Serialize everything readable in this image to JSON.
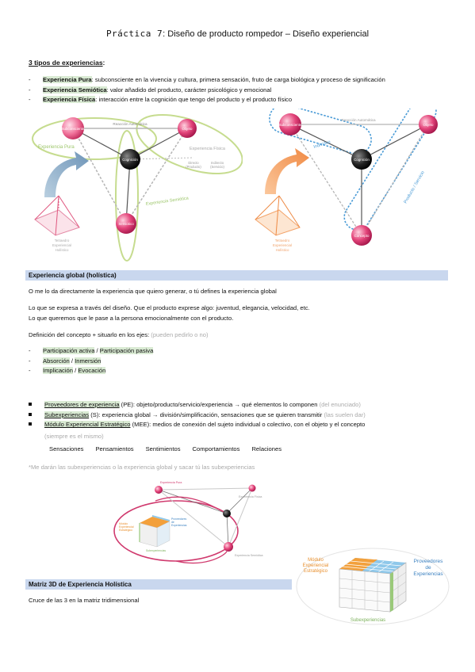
{
  "title": {
    "hand": "Práctica 7",
    "rest": ": Diseño de producto rompedor – Diseño experiencial"
  },
  "tipos": {
    "heading": "3 tipos de experiencias",
    "colon": ":",
    "items": [
      {
        "label": "Experiencia Pura",
        "text": ": subconsciente en la vivencia y cultura, primera sensación, fruto de carga biológica y proceso de significación"
      },
      {
        "label": "Experiencia Semiótica",
        "text": ": valor añadido del producto, carácter psicológico y emocional"
      },
      {
        "label": "Experiencia Física",
        "text": ": interacción entre la cognición que tengo del producto y el producto físico"
      }
    ]
  },
  "diagram_left": {
    "nodes": {
      "subconsciente": "Subconsciente",
      "objeto": "Objeto",
      "cognicion": "Cognición",
      "semiotico": "Semiotico"
    },
    "labels": {
      "reaccion": "Reacción Automática",
      "pura": "Experiencia Pura",
      "fisica": "Experiencia Física",
      "semiotica": "Experiencia Semiótica",
      "directo": "Directo",
      "directo_sub": "(Producto)",
      "indirecto": "Indirecto",
      "indirecto_sub": "(Servicio)",
      "tetra1": "Tetraedro",
      "tetra2": "Experiencial",
      "tetra3": "Holístico"
    }
  },
  "diagram_right": {
    "nodes": {
      "subconsciente": "Subconsciente",
      "objeto": "Objeto",
      "cognicion": "Cognición",
      "concepto": "Concepto"
    },
    "labels": {
      "reaccion": "Reacción Automática",
      "individuo": "Individuo",
      "producto": "Producto / Servicio",
      "tetra1": "Tetraedro",
      "tetra2": "Experiencial",
      "tetra3": "Holístico"
    },
    "colors": {
      "blue": "#4a9bd6",
      "arrow": "#f4a46a"
    }
  },
  "global": {
    "band": "Experiencia global (holística)",
    "p1": "O me lo da directamente la experiencia que quiero generar, o tú defines la experiencia global",
    "p2": "Lo que se expresa a través del diseño. Que el producto exprese algo: juventud, elegancia, velocidad, etc.",
    "p3": "Lo que queremos que le pase a la persona emocionalmente con el producto.",
    "p4": "Definición del concepto + situarlo en los ejes: ",
    "p4_note": "(pueden pedirlo o no)",
    "axes": [
      {
        "a": "Participación activa",
        "sep": " / ",
        "b": "Participación pasiva"
      },
      {
        "a": "Absorción",
        "sep": " / ",
        "b": "Inmersión"
      },
      {
        "a": "Implicación",
        "sep": " / ",
        "b": "Evocación"
      }
    ]
  },
  "componentes": [
    {
      "label": "Proveedores de experiencia",
      "text": " (PE): objeto/producto/servicio/experiencia → qué elementos lo componen ",
      "note": "(del enunciado)"
    },
    {
      "label": "Subexperiencias",
      "text": " (S): experiencia global → división/simplificación, sensaciones que se quieren transmitir ",
      "note": "(las suelen dar)"
    },
    {
      "label": "Módulo Experiencial Estratégico",
      "text": " (MEE): medios de conexión del sujeto individual o colectivo, con el objeto y el concepto",
      "note2": "(siempre es el mismo)"
    }
  ],
  "channels": [
    "Sensaciones",
    "Pensamientos",
    "Sentimientos",
    "Comportamientos",
    "Relaciones"
  ],
  "note_subexp": "*Me darán las subexperiencias o la experiencia global y sacar tú las subexperiencias",
  "matrix_fig": {
    "labels": {
      "pura": "Experiencia Pura",
      "fisica": "Experiencia Física",
      "semiotica": "Experiencia Semiótica",
      "mod1": "Módulo",
      "mod2": "Experiencial",
      "mod3": "Estratégico",
      "prov1": "Proveedores",
      "prov2": "de",
      "prov3": "Experiencias",
      "sub": "Subexperiencias"
    }
  },
  "matrix": {
    "band": "Matriz 3D de Experiencia Holística",
    "text": "Cruce de las 3 en la matriz tridimensional",
    "big_labels": {
      "mod1": "Módulo",
      "mod2": "Experiencial",
      "mod3": "Estratégico",
      "prov1": "Proveedores",
      "prov2": "de",
      "prov3": "Experiencias",
      "sub": "Subexperiencias"
    },
    "colors": {
      "orange": "#f3a03b",
      "blue": "#8fc8ea",
      "green": "#9ac97a",
      "label_orange": "#e88f2d",
      "label_blue": "#3a80c0",
      "label_green": "#7cb15b"
    }
  }
}
